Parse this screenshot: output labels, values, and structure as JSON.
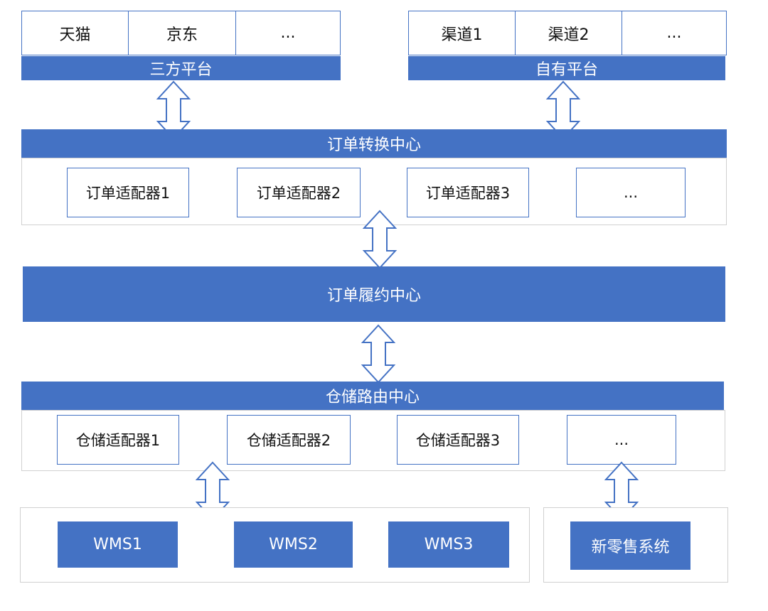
{
  "third_party": {
    "items": [
      "天猫",
      "京东",
      "..."
    ],
    "label": "三方平台"
  },
  "own_platform": {
    "items": [
      "渠道1",
      "渠道2",
      "..."
    ],
    "label": "自有平台"
  },
  "order_conversion": {
    "title": "订单转换中心",
    "adapters": [
      "订单适配器1",
      "订单适配器2",
      "订单适配器3",
      "..."
    ]
  },
  "fulfillment": {
    "title": "订单履约中心"
  },
  "warehouse_routing": {
    "title": "仓储路由中心",
    "adapters": [
      "仓储适配器1",
      "仓储适配器2",
      "仓储适配器3",
      "..."
    ]
  },
  "wms": {
    "items": [
      "WMS1",
      "WMS2",
      "WMS3"
    ]
  },
  "new_retail": {
    "label": "新零售系统"
  },
  "colors": {
    "accent": "#4472c4",
    "panel_border": "#d0d0d0"
  }
}
